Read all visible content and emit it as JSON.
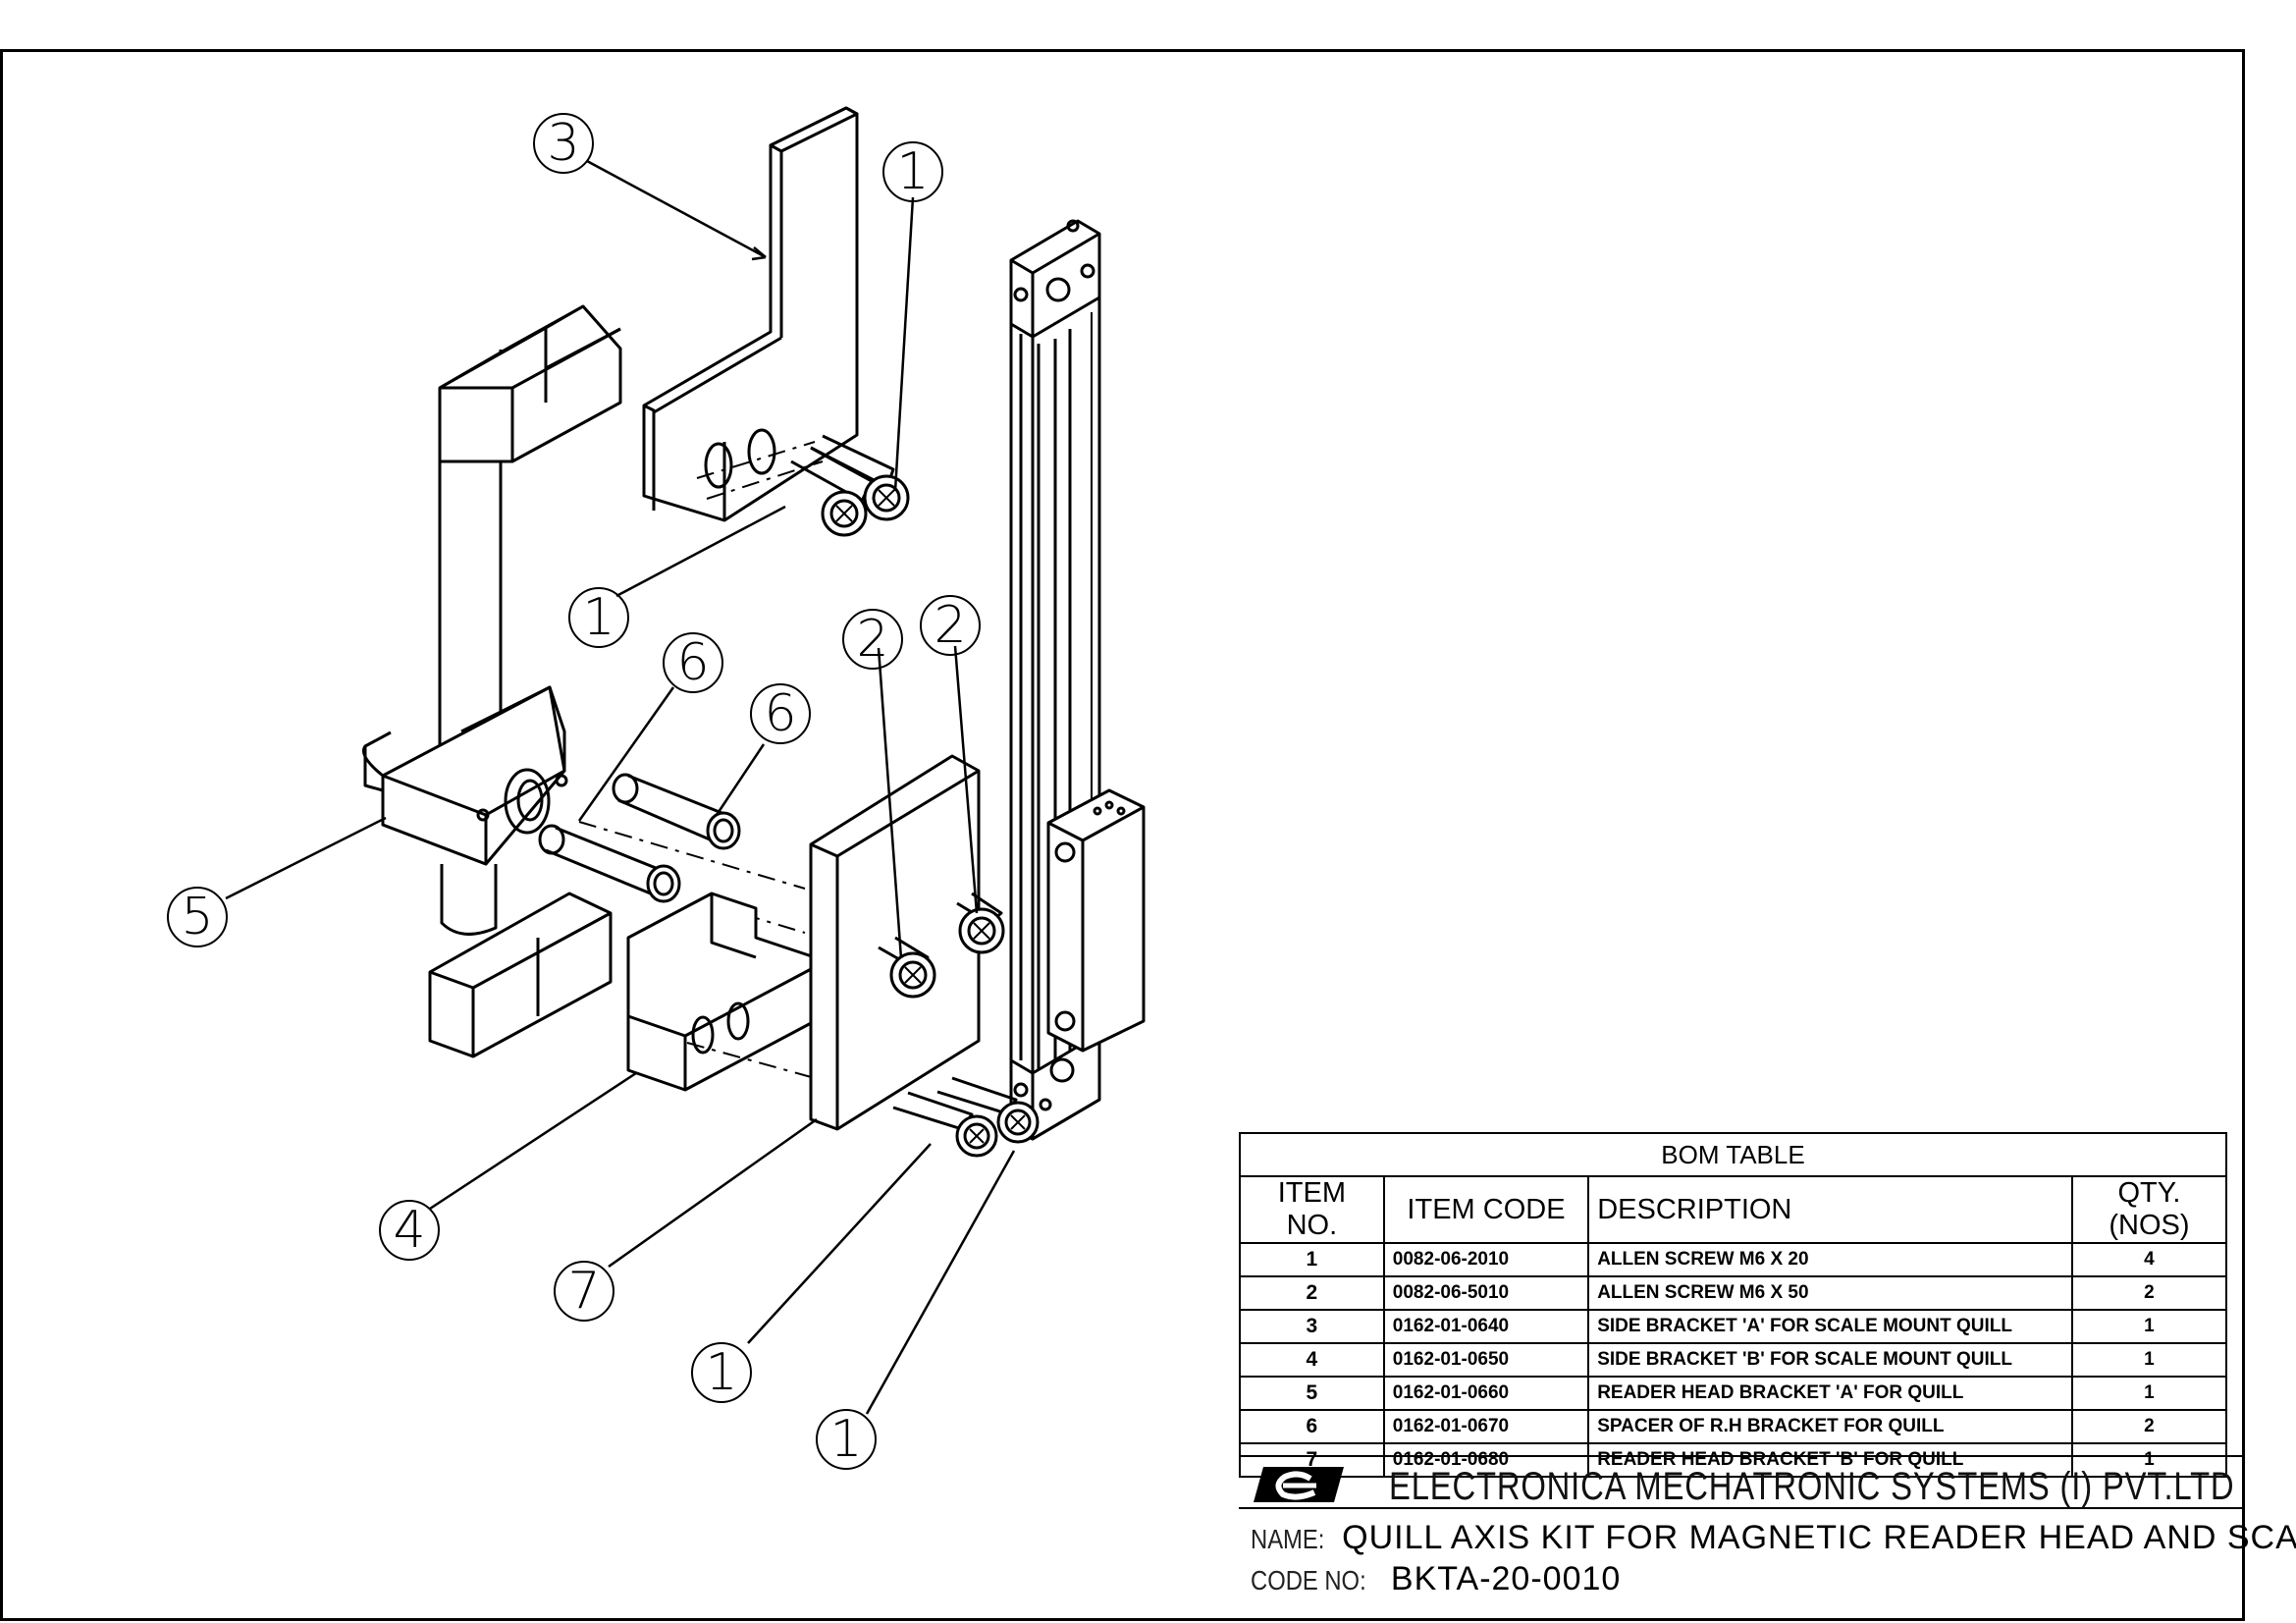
{
  "balloons": [
    {
      "number": "3"
    },
    {
      "number": "1"
    },
    {
      "number": "1"
    },
    {
      "number": "6"
    },
    {
      "number": "6"
    },
    {
      "number": "2"
    },
    {
      "number": "2"
    },
    {
      "number": "5"
    },
    {
      "number": "4"
    },
    {
      "number": "7"
    },
    {
      "number": "1"
    },
    {
      "number": "1"
    }
  ],
  "bom": {
    "title": "BOM TABLE",
    "headers": {
      "item_no": "ITEM NO.",
      "item_code": "ITEM CODE",
      "description": "DESCRIPTION",
      "qty": "QTY.(NOS)"
    },
    "rows": [
      {
        "item_no": "1",
        "item_code": "0082-06-2010",
        "description": "ALLEN SCREW M6 X 20",
        "qty": "4"
      },
      {
        "item_no": "2",
        "item_code": "0082-06-5010",
        "description": "ALLEN SCREW M6 X 50",
        "qty": "2"
      },
      {
        "item_no": "3",
        "item_code": "0162-01-0640",
        "description": "SIDE BRACKET 'A' FOR SCALE MOUNT QUILL",
        "qty": "1"
      },
      {
        "item_no": "4",
        "item_code": "0162-01-0650",
        "description": "SIDE BRACKET 'B' FOR SCALE MOUNT QUILL",
        "qty": "1"
      },
      {
        "item_no": "5",
        "item_code": "0162-01-0660",
        "description": "READER HEAD BRACKET 'A' FOR QUILL",
        "qty": "1"
      },
      {
        "item_no": "6",
        "item_code": "0162-01-0670",
        "description": "SPACER OF R.H BRACKET FOR QUILL",
        "qty": "2"
      },
      {
        "item_no": "7",
        "item_code": "0162-01-0680",
        "description": "READER HEAD BRACKET 'B' FOR QUILL",
        "qty": "1"
      }
    ]
  },
  "company": {
    "name": "ELECTRONICA MECHATRONIC SYSTEMS (I) PVT.LTD",
    "logo_icon": "electronica-logo"
  },
  "info": {
    "name_label": "NAME:",
    "name_value": "QUILL AXIS KIT FOR MAGNETIC READER HEAD AND SCALE",
    "code_label": "CODE NO:",
    "code_value": "BKTA-20-0010"
  }
}
